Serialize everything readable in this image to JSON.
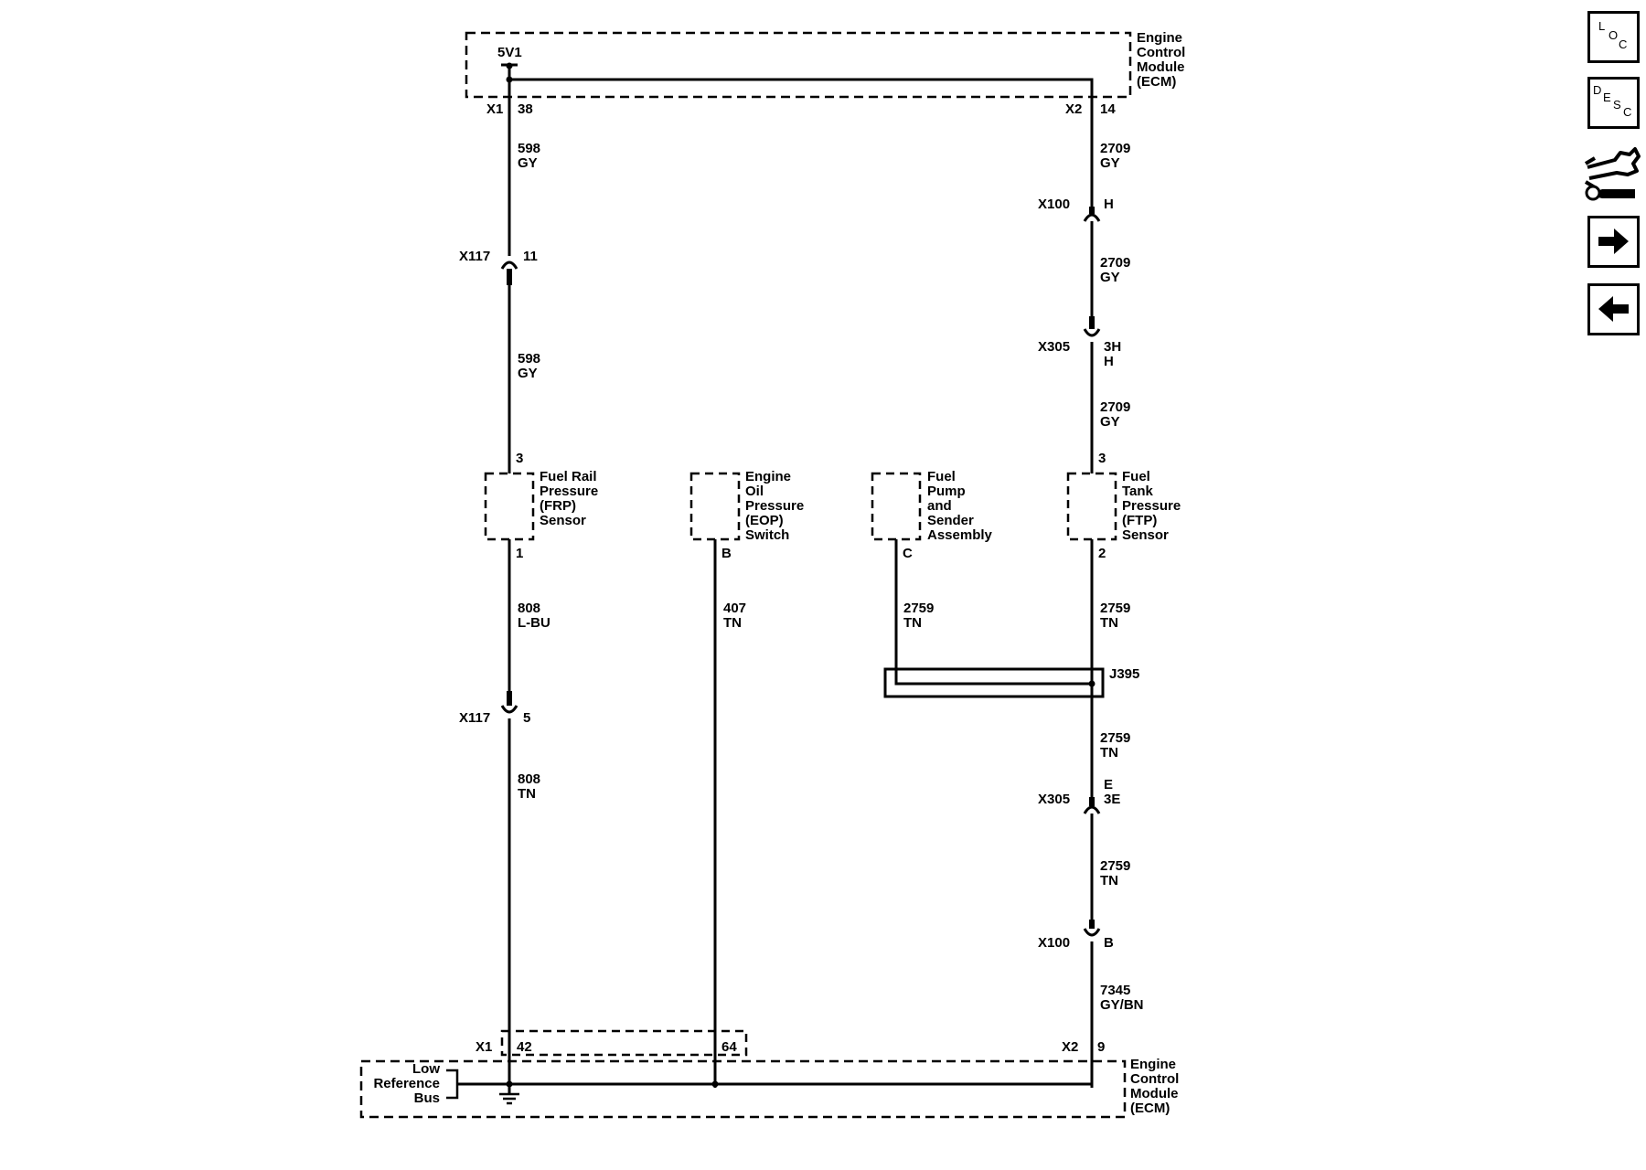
{
  "ecm_label": [
    "Engine",
    "Control",
    "Module",
    "(ECM)"
  ],
  "supply_label": "5V1",
  "connectors": {
    "x1": "X1",
    "x2": "X2",
    "x100": "X100",
    "x117": "X117",
    "x305": "X305",
    "j395": "J395"
  },
  "pins": {
    "x1_38": "38",
    "x2_14": "14",
    "x117_11": "11",
    "x117_5": "5",
    "x100_h": "H",
    "x305_3h": "3H",
    "x305_h": "H",
    "x305_e": "E",
    "x305_3e": "3E",
    "x100_b": "B",
    "x1_42": "42",
    "x1_64": "64",
    "x2_9": "9",
    "frp_3": "3",
    "frp_1": "1",
    "eop_b": "B",
    "pump_c": "C",
    "ftp_3": "3",
    "ftp_2": "2"
  },
  "wires": {
    "w598a": [
      "598",
      "GY"
    ],
    "w598b": [
      "598",
      "GY"
    ],
    "w2709a": [
      "2709",
      "GY"
    ],
    "w2709b": [
      "2709",
      "GY"
    ],
    "w2709c": [
      "2709",
      "GY"
    ],
    "w808a": [
      "808",
      "L-BU"
    ],
    "w808b": [
      "808",
      "TN"
    ],
    "w407": [
      "407",
      "TN"
    ],
    "w2759a": [
      "2759",
      "TN"
    ],
    "w2759b": [
      "2759",
      "TN"
    ],
    "w2759c": [
      "2759",
      "TN"
    ],
    "w2759d": [
      "2759",
      "TN"
    ],
    "w7345": [
      "7345",
      "GY/BN"
    ]
  },
  "components": {
    "frp": [
      "Fuel Rail",
      "Pressure",
      "(FRP)",
      "Sensor"
    ],
    "eop": [
      "Engine",
      "Oil",
      "Pressure",
      "(EOP)",
      "Switch"
    ],
    "pump": [
      "Fuel",
      "Pump",
      "and",
      "Sender",
      "Assembly"
    ],
    "ftp": [
      "Fuel",
      "Tank",
      "Pressure",
      "(FTP)",
      "Sensor"
    ]
  },
  "low_ref": [
    "Low",
    "Reference",
    "Bus"
  ],
  "toolbar": {
    "loc": [
      "L",
      "O",
      "C"
    ],
    "desc": [
      "D",
      "E",
      "S",
      "C"
    ],
    "icons": [
      "loc-icon",
      "desc-icon",
      "connector-tool-icon",
      "next-arrow-icon",
      "previous-arrow-icon"
    ]
  }
}
